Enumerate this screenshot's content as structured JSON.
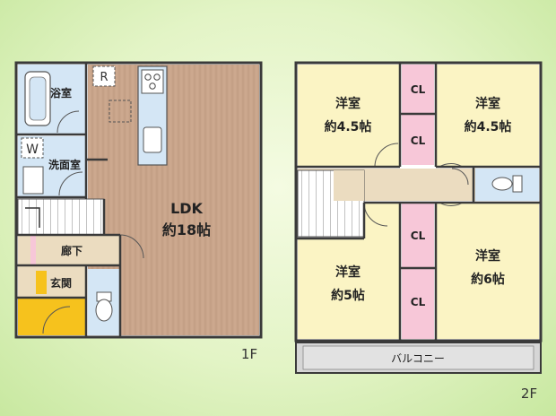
{
  "floor1": {
    "floor_label": "1F",
    "rooms": {
      "bath": "浴室",
      "washroom": "洗面室",
      "ldk": "LDK",
      "ldk_size": "約18帖",
      "hallway": "廊下",
      "entrance": "玄関",
      "refrigerator_mark": "R",
      "washer_mark": "W"
    }
  },
  "floor2": {
    "floor_label": "2F",
    "rooms": {
      "western_label": "洋室",
      "nw_size": "約4.5帖",
      "ne_size": "約4.5帖",
      "sw_size": "約5帖",
      "se_size": "約6帖",
      "closet": "CL",
      "balcony": "バルコニー"
    }
  },
  "colors": {
    "background": "#e3f4c6",
    "wood_floor": "#c9a58b",
    "western_room": "#fbf4c4",
    "closet": "#f7c7d8",
    "wet_area": "#d4e6f5",
    "entrance_yellow": "#f6c21d",
    "hall_beige": "#ebdcc0",
    "balcony": "#d6d6d6",
    "wall": "#3a3a3a"
  }
}
